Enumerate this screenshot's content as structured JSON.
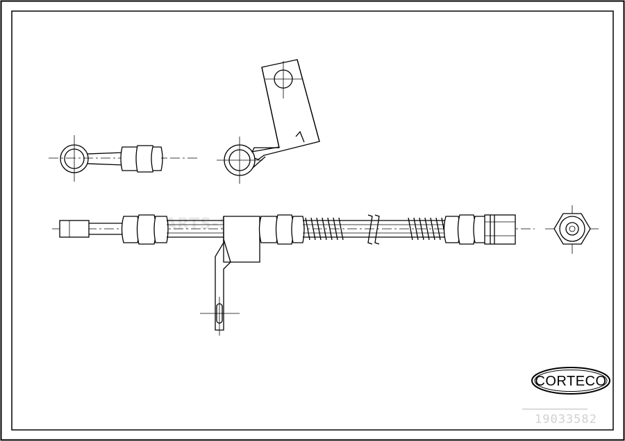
{
  "watermark": "PARTS-SOFT",
  "brand_logo": "CORTECO",
  "part_number": "19033582"
}
